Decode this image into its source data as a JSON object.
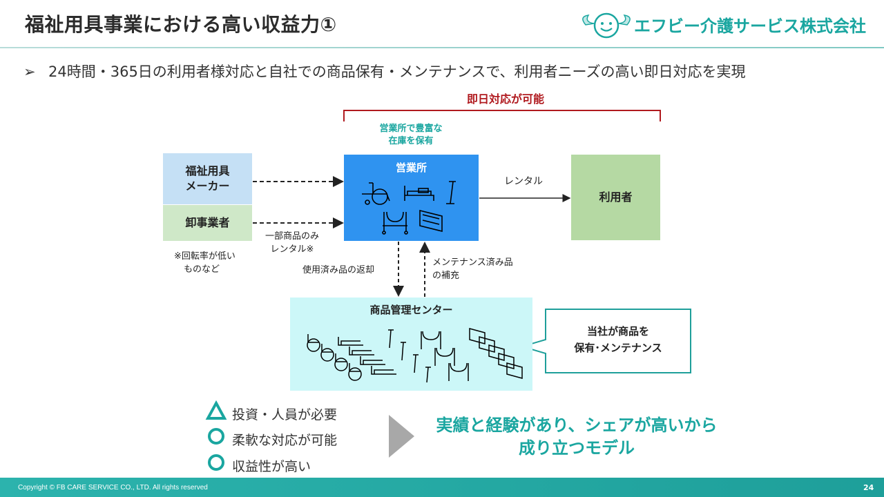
{
  "header": {
    "title": "福祉用具事業における高い収益力①",
    "company": "エフビー介護サービス株式会社"
  },
  "bullet": {
    "marker": "➢",
    "text": "24時間・365日の利用者様対応と自社での商品保有・メンテナンスで、利用者ニーズの高い即日対応を実現"
  },
  "diagram": {
    "bracket_label": "即日対応が可能",
    "teal_note": [
      "営業所で豊富な",
      "在庫を保有"
    ],
    "maker": [
      "福祉用具",
      "メーカー"
    ],
    "oroshi": "卸事業者",
    "note_low_turnover": [
      "※回転率が低い",
      "ものなど"
    ],
    "partial_rental": [
      "一部商品のみ",
      "レンタル※"
    ],
    "office": "営業所",
    "rental_label": "レンタル",
    "user": "利用者",
    "return_label": "使用済み品の返却",
    "supply_label": [
      "メンテナンス済み品",
      "の補充"
    ],
    "center": "商品管理センター",
    "callout": [
      "当社が商品を",
      "保有･メンテナンス"
    ]
  },
  "legend": [
    {
      "symbol": "triangle",
      "text": "投資・人員が必要"
    },
    {
      "symbol": "circle",
      "text": "柔軟な対応が可能"
    },
    {
      "symbol": "circle",
      "text": "収益性が高い"
    }
  ],
  "conclusion": [
    "実績と経験があり、シェアが高いから",
    "成り立つモデル"
  ],
  "footer": {
    "copyright": "Copyright © FB CARE SERVICE CO., LTD. All rights reserved",
    "page": "24"
  },
  "colors": {
    "teal": "#1aa6a0",
    "red": "#b0191e",
    "office_blue": "#2f93f0",
    "maker_blue": "#c5e0f5",
    "green_light": "#cfe8c8",
    "user_green": "#b5d9a3",
    "center_cyan": "#ccf7f8"
  }
}
